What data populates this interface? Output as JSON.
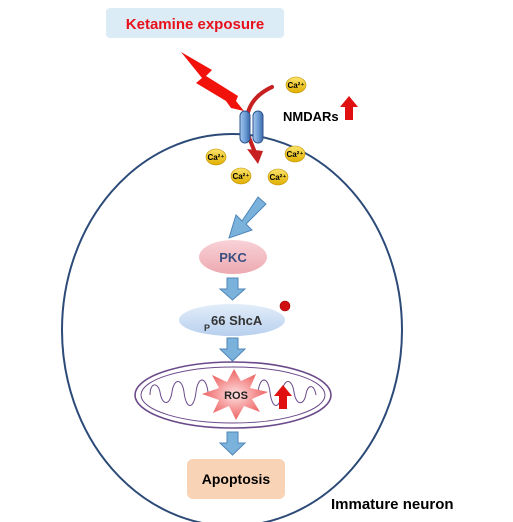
{
  "exposure": {
    "label": "Ketamine exposure"
  },
  "receptor": {
    "label": "NMDARs"
  },
  "calcium": {
    "label": "Ca²⁺"
  },
  "pathway": {
    "pkc": "PKC",
    "shca_prefix": "P",
    "shca_main": "66 ShcA",
    "ros": "ROS",
    "apoptosis": "Apoptosis"
  },
  "cell": {
    "label": "Immature neuron"
  },
  "colors": {
    "exposure_text": "#e8101a",
    "exposure_box": "#dcecf6",
    "bolt": "#f2120c",
    "up_arrow": "#e01010",
    "cell_outline": "#2c4a78",
    "calcium_fill": "#f2c814",
    "flow_arrow": "#7ab2dc",
    "pkc_fill": "#f3c0c6",
    "shca_fill": "#cfe0f4",
    "apoptosis_fill": "#f8d3b6",
    "mito_outline": "#6a4a8a"
  }
}
